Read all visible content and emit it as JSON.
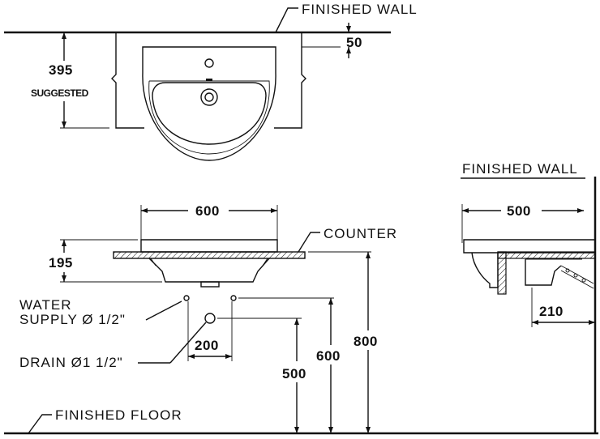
{
  "top_view": {
    "finished_wall": "FINISHED WALL",
    "wall_gap": "50",
    "height": "395",
    "suggested": "SUGGESTED"
  },
  "front_view": {
    "width": "600",
    "counter": "COUNTER",
    "depth": "195",
    "water_supply_line1": "WATER",
    "water_supply_line2": "SUPPLY Ø 1/2\"",
    "spacing": "200",
    "drain": "DRAIN Ø1 1/2\"",
    "drain_height": "500",
    "supply_height": "600",
    "counter_height": "800",
    "finished_floor": "FINISHED FLOOR"
  },
  "side_view": {
    "finished_wall": "FINISHED WALL",
    "depth": "500",
    "bracket": "210"
  }
}
